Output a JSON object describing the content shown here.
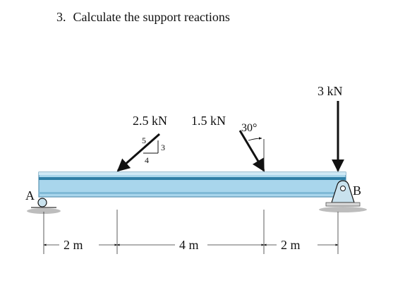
{
  "problem": {
    "number": "3.",
    "title": "Calculate the support reactions"
  },
  "loads": {
    "load_a": {
      "magnitude": "2.5 kN",
      "slope_hyp": "5",
      "slope_vert": "3",
      "slope_horiz": "4"
    },
    "load_b": {
      "magnitude": "1.5 kN",
      "angle": "30°"
    },
    "load_c": {
      "magnitude": "3 kN"
    }
  },
  "supports": {
    "left": "A",
    "right": "B"
  },
  "dimensions": [
    "2 m",
    "4 m",
    "2 m"
  ],
  "colors": {
    "beam_fill": "#a9d6ec",
    "beam_stripe": "#2f7fa6",
    "beam_edge": "#5a93b2",
    "support_fill": "#c9e2ee",
    "ground": "#9a9a9a",
    "ink": "#111111"
  }
}
